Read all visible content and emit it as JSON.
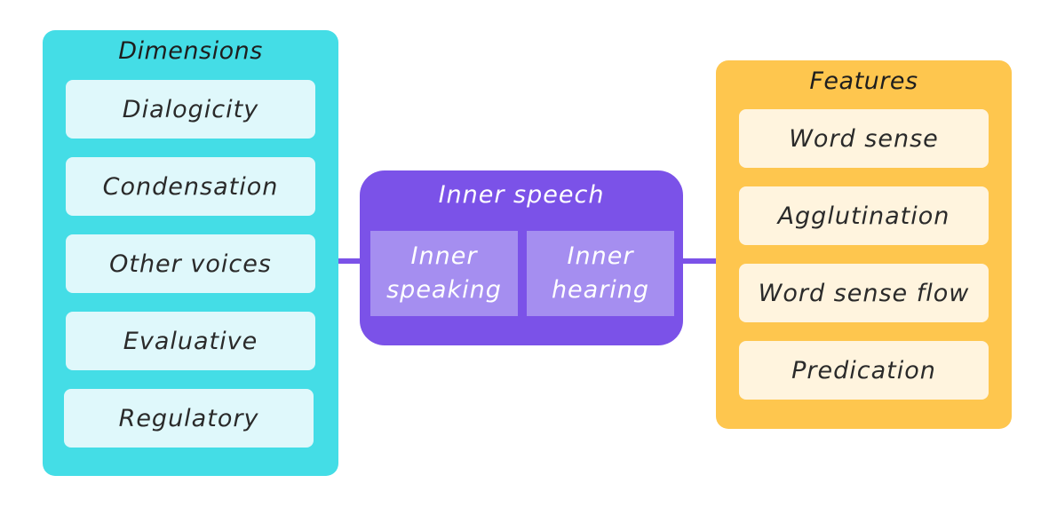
{
  "dimensions": {
    "title": "Dimensions",
    "items": [
      "Dialogicity",
      "Condensation",
      "Other voices",
      "Evaluative",
      "Regulatory"
    ]
  },
  "center": {
    "title": "Inner speech",
    "left": {
      "line1": "Inner",
      "line2": "speaking"
    },
    "right": {
      "line1": "Inner",
      "line2": "hearing"
    }
  },
  "features": {
    "title": "Features",
    "items": [
      "Word sense",
      "Agglutination",
      "Word sense flow",
      "Predication"
    ]
  },
  "colors": {
    "dimensions_panel": "#44dde6",
    "features_panel": "#fec64e",
    "center_box": "#7b52e8",
    "center_sub": "#a58ef0"
  }
}
